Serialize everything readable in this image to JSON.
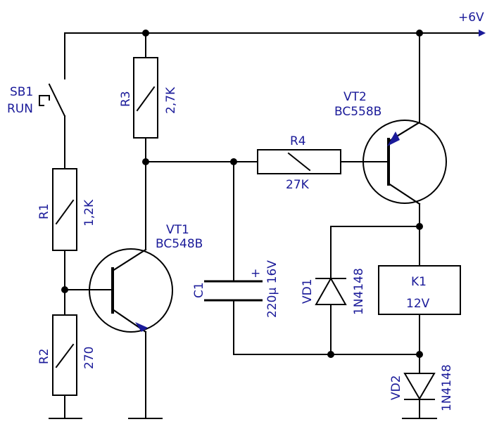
{
  "supply": {
    "label": "+6V"
  },
  "switch": {
    "ref": "SB1",
    "name": "RUN"
  },
  "resistors": [
    {
      "ref": "R1",
      "value": "1,2K"
    },
    {
      "ref": "R2",
      "value": "270"
    },
    {
      "ref": "R3",
      "value": "2,7K"
    },
    {
      "ref": "R4",
      "value": "27K"
    }
  ],
  "transistors": [
    {
      "ref": "VT1",
      "model": "BC548B"
    },
    {
      "ref": "VT2",
      "model": "BC558B"
    }
  ],
  "capacitor": {
    "ref": "C1",
    "value": "220µ 16V",
    "polarity": "+"
  },
  "diodes": [
    {
      "ref": "VD1",
      "model": "1N4148"
    },
    {
      "ref": "VD2",
      "model": "1N4148"
    }
  ],
  "relay": {
    "ref": "K1",
    "rating": "12V"
  },
  "colors": {
    "label": "#1a1a99",
    "wire": "#000000"
  }
}
